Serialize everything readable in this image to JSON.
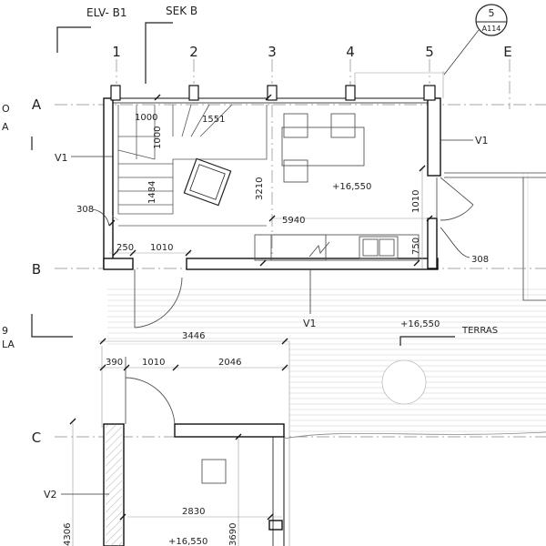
{
  "section_labels": {
    "top_left": "ELV- B1",
    "top_right": "SEK B"
  },
  "callout": {
    "number": "5",
    "sheet": "A114"
  },
  "grid_axes": {
    "cols": [
      "1",
      "2",
      "3",
      "4",
      "5",
      "E"
    ],
    "rows": [
      "A",
      "B",
      "C"
    ]
  },
  "wall_tags": {
    "v1_right": "V1",
    "v1_left": "V1",
    "v1_bottom": "V1",
    "v2": "V2"
  },
  "wall_refs": {
    "left_308": "308",
    "right_308": "308"
  },
  "dimensions": {
    "stair_w1": "1000",
    "stair_w2": "1551",
    "stair_h1": "1000",
    "stair_h2": "1484",
    "room_h": "3210",
    "room_w": "5940",
    "door_w": "1010",
    "right_h": "750",
    "wall_250": "250",
    "door_1010": "1010",
    "lower_total": "3446",
    "lower_a": "390",
    "lower_b": "1010",
    "lower_c": "2046",
    "lower_room_w": "2830",
    "lower_h1": "4306",
    "lower_h2": "3690"
  },
  "levels": {
    "upper": "+16,550",
    "terrace": "+16,550",
    "lower": "+16,550"
  },
  "edge_fragments": {
    "o": "O",
    "a1": "A",
    "nine": "9",
    "la": "LA"
  },
  "terrace_label": "TERRAS"
}
